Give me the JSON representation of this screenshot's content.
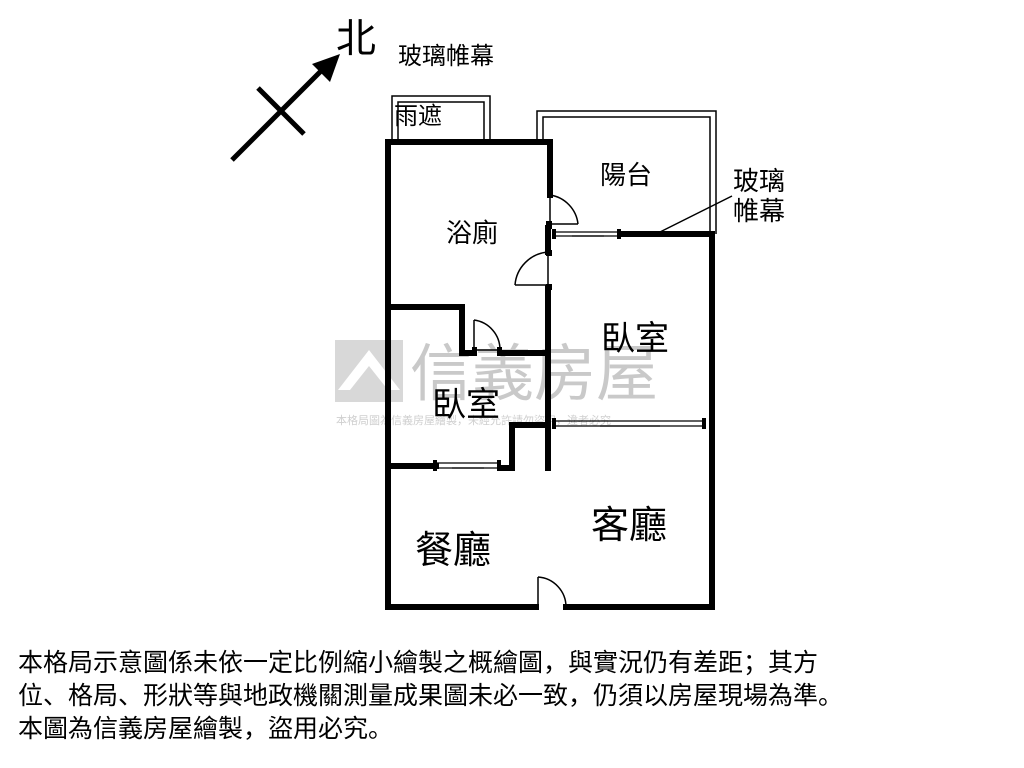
{
  "compass": {
    "north": "北"
  },
  "labels": {
    "glass_curtain_top": "玻璃帷幕",
    "canopy": "雨遮",
    "balcony": "陽台",
    "glass_curtain_right_1": "玻璃",
    "glass_curtain_right_2": "帷幕",
    "bathroom": "浴廁",
    "bedroom_right": "臥室",
    "bedroom_left": "臥室",
    "dining_room": "餐廳",
    "living_room": "客廳"
  },
  "watermark": {
    "brand": "信義房屋",
    "notice": "本格局圖為信義房屋繪製，未經允許請勿盜用，違者必究"
  },
  "disclaimer": {
    "line1": "本格局示意圖係未依一定比例縮小繪製之概繪圖，與實況仍有差距；其方",
    "line2": "位、格局、形狀等與地政機關測量成果圖未必一致，仍須以房屋現場為準。",
    "line3": "本圖為信義房屋繪製，盜用必究。"
  },
  "colors": {
    "wall": "#000000",
    "watermark": "#c9c9c9"
  }
}
